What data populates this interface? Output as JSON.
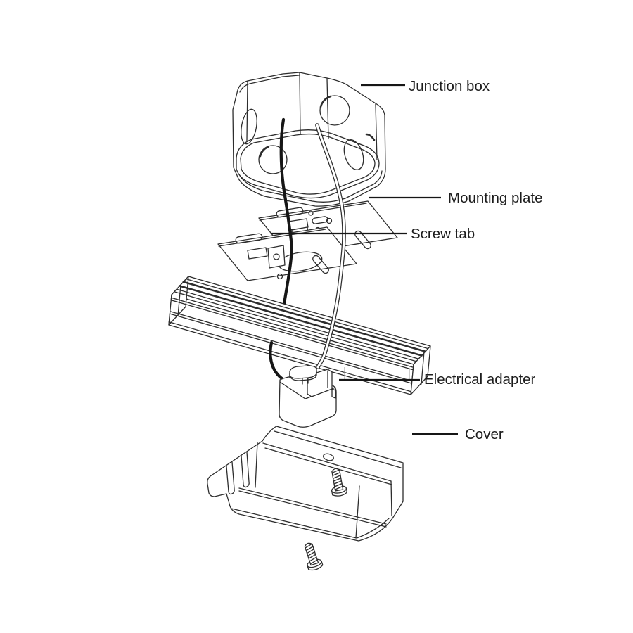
{
  "figure": {
    "background": "#ffffff",
    "line_color": "#2d2d2d",
    "wire_color": "#161616",
    "labels": [
      {
        "id": "junction-box",
        "text": "Junction box"
      },
      {
        "id": "mounting-plate",
        "text": "Mounting plate"
      },
      {
        "id": "screw-tab",
        "text": "Screw tab"
      },
      {
        "id": "electrical-adapter",
        "text": "Electrical adapter"
      },
      {
        "id": "cover",
        "text": "Cover"
      }
    ]
  }
}
